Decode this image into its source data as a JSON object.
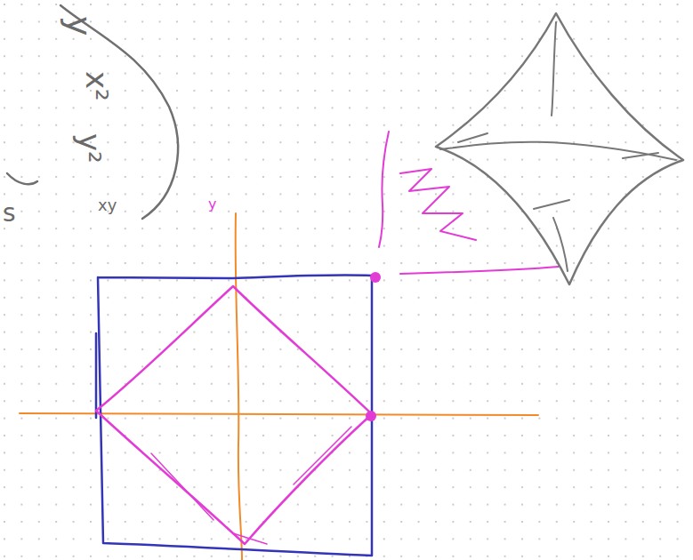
{
  "diagram": {
    "labels": [
      "y",
      "x²",
      "y²",
      "xy",
      "s",
      "y"
    ]
  }
}
